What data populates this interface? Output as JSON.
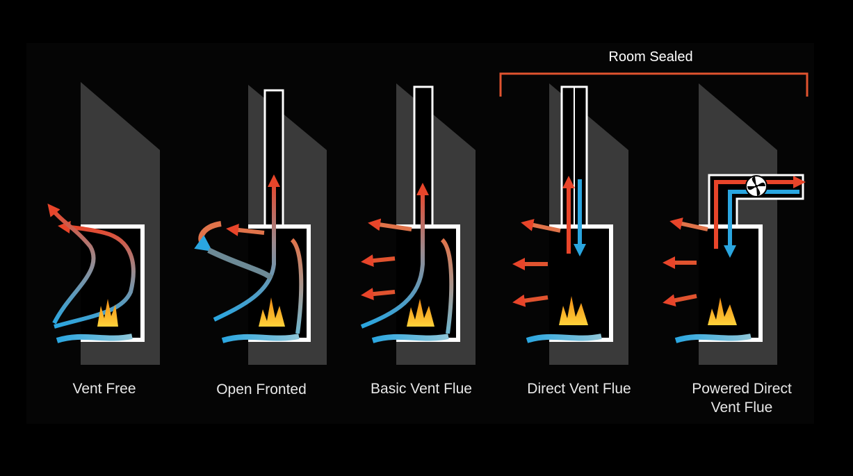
{
  "group_label": "Room Sealed",
  "colors": {
    "background": "#000000",
    "wall": "#3a3a3a",
    "hot": "#e8452a",
    "cold": "#2aa6e0",
    "bracket": "#e0532f",
    "flame": "#f5b21c"
  },
  "panels": [
    {
      "label_lines": [
        "Vent Free"
      ]
    },
    {
      "label_lines": [
        "Open Fronted"
      ]
    },
    {
      "label_lines": [
        "Basic Vent Flue"
      ]
    },
    {
      "label_lines": [
        "Direct Vent Flue"
      ]
    },
    {
      "label_lines": [
        "Powered Direct",
        "Vent Flue"
      ]
    }
  ],
  "icons": [
    "fan-icon"
  ]
}
